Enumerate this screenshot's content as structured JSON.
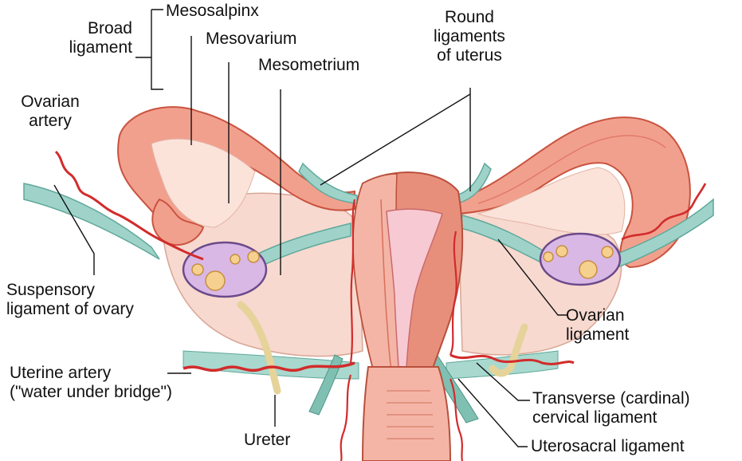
{
  "labels": {
    "broad_ligament": [
      "Broad",
      "ligament"
    ],
    "mesosalpinx": "Mesosalpinx",
    "mesovarium": "Mesovarium",
    "mesometrium": "Mesometrium",
    "round_ligaments": [
      "Round",
      "ligaments",
      "of uterus"
    ],
    "ovarian_artery": [
      "Ovarian",
      "artery"
    ],
    "suspensory_ligament": [
      "Suspensory",
      "ligament of ovary"
    ],
    "ovarian_ligament": [
      "Ovarian",
      "ligament"
    ],
    "uterine_artery": [
      "Uterine artery",
      "(\"water under bridge\")"
    ],
    "ureter": "Ureter",
    "transverse_cervical": [
      "Transverse (cardinal)",
      "cervical ligament"
    ],
    "uterosacral": "Uterosacral ligament"
  },
  "colors": {
    "artery": "#d22b2b",
    "ligament": "#9fd3c9",
    "ovary": "#d9b8e6",
    "uterus": "#e88f7c",
    "ureter": "#e5d39a",
    "tube": "#f2a08e"
  }
}
